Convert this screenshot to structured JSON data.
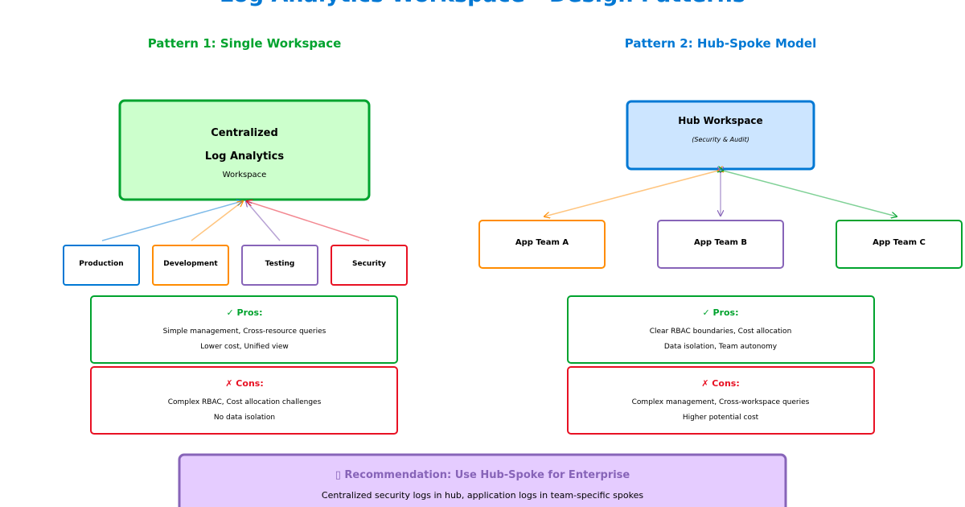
{
  "title": "Log Analytics Workspace - Design Patterns",
  "colors": {
    "blue": "#0078d4",
    "green": "#00a32e",
    "orange": "#ff8c00",
    "purple": "#8764b8",
    "red": "#e81123"
  },
  "pattern1": {
    "heading": "Pattern 1: Single Workspace",
    "central": {
      "line1": "Centralized",
      "line2": "Log Analytics",
      "line3": "Workspace"
    },
    "sources": [
      "Production",
      "Development",
      "Testing",
      "Security"
    ],
    "pros": {
      "title": "✓ Pros:",
      "line1": "Simple management, Cross-resource queries",
      "line2": "Lower cost, Unified view"
    },
    "cons": {
      "title": "✗ Cons:",
      "line1": "Complex RBAC, Cost allocation challenges",
      "line2": "No data isolation"
    }
  },
  "pattern2": {
    "heading": "Pattern 2: Hub-Spoke Model",
    "hub": {
      "title": "Hub Workspace",
      "subtitle": "(Security & Audit)"
    },
    "spokes": [
      "App Team A",
      "App Team B",
      "App Team C"
    ],
    "pros": {
      "title": "✓ Pros:",
      "line1": "Clear RBAC boundaries, Cost allocation",
      "line2": "Data isolation, Team autonomy"
    },
    "cons": {
      "title": "✗ Cons:",
      "line1": "Complex management, Cross-workspace queries",
      "line2": "Higher potential cost"
    }
  },
  "recommendation": {
    "icon": "lightbulb-icon",
    "title": "▯ Recommendation: Use Hub-Spoke for Enterprise",
    "text": "Centralized security logs in hub, application logs in team-specific spokes"
  }
}
